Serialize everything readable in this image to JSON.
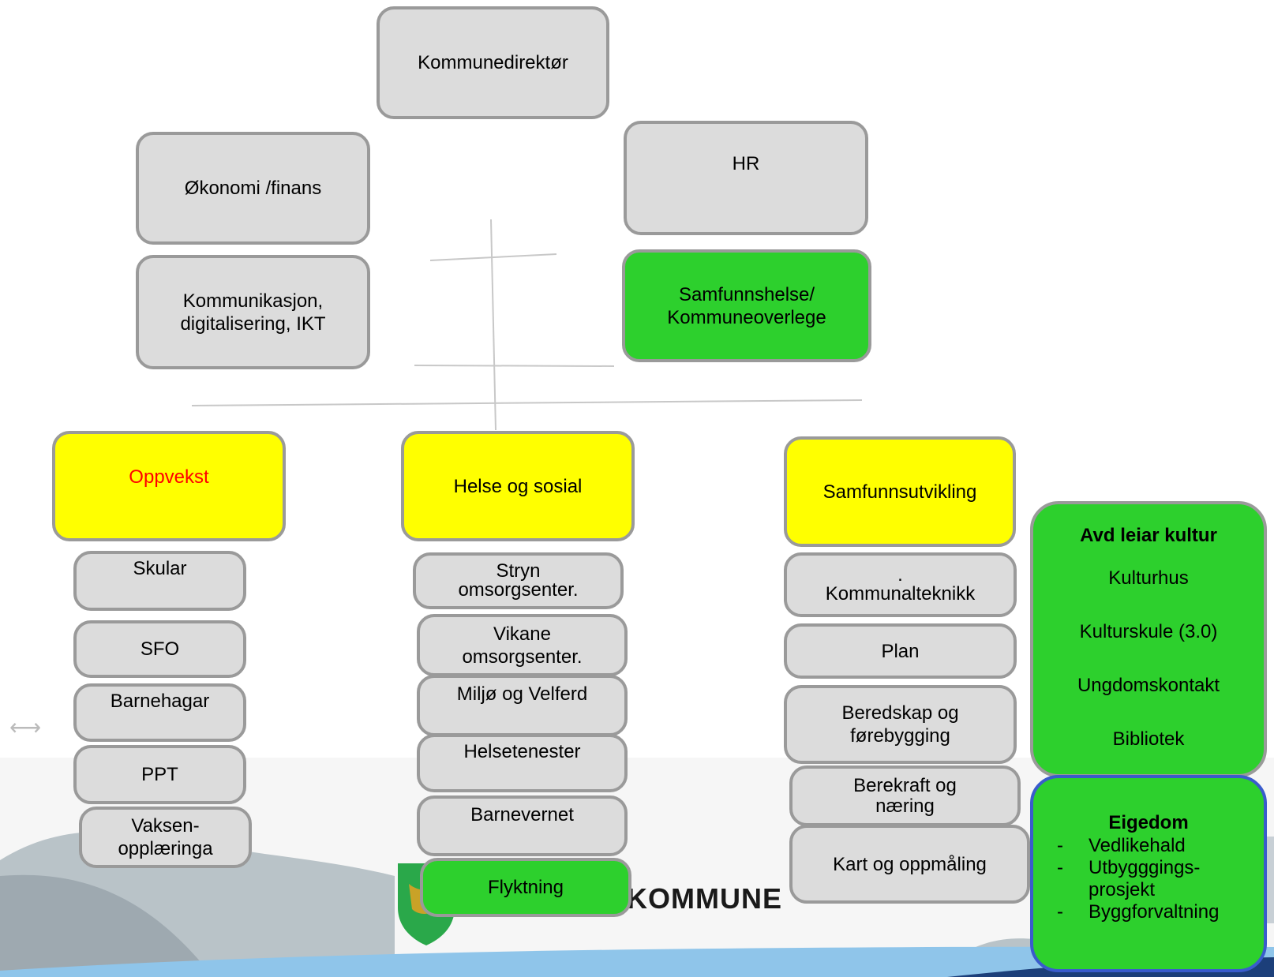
{
  "nodes": {
    "kommunedirektor": "Kommunedirektør",
    "okonomi": "Økonomi /finans",
    "kommunikasjon": [
      "Kommunikasjon,",
      "digitalisering,  IKT"
    ],
    "hr": "HR",
    "samfunnshelse": [
      "Samfunnshelse/",
      "Kommuneoverlege"
    ],
    "oppvekst": "Oppvekst",
    "helse": "Helse og sosial",
    "samfunnsutvikling": "Samfunnsutvikling"
  },
  "oppvekst_units": {
    "skular": "Skular",
    "sfo": "SFO",
    "barnehagar": "Barnehagar",
    "ppt": "PPT",
    "vaksen": [
      "Vaksen-",
      "opplæringa"
    ]
  },
  "helse_units": {
    "stryn": [
      "Stryn",
      "omsorgsenter."
    ],
    "vikane": [
      "Vikane",
      "omsorgsenter."
    ],
    "miljo": "Miljø  og Velferd",
    "helsetenester": "Helsetenester",
    "barnevernet": "Barnevernet",
    "flyktning": "Flyktning"
  },
  "samfunn_units": {
    "kommunalteknikk": [
      ".",
      "Kommunalteknikk"
    ],
    "plan": "Plan",
    "beredskap": [
      "Beredskap og",
      "førebygging"
    ],
    "berekraft": [
      "Berekraft og",
      "næring"
    ],
    "kart": "Kart og oppmåling"
  },
  "kultur": {
    "title": "Avd leiar kultur",
    "items": [
      "Kulturhus",
      "Kulturskule (3.0)",
      "Ungdomskontakt",
      "Bibliotek"
    ]
  },
  "eigedom": {
    "title": "Eigedom",
    "items": [
      "Vedlikehald",
      "Utbygggings-",
      "prosjekt",
      "Byggforvaltning"
    ]
  },
  "logo_text": "KOMMUNE",
  "arrow_glyph": "⟷",
  "colors": {
    "box_grey": "#dcdcdc",
    "green": "#2dd02d",
    "yellow": "#ffff00",
    "oppvekst_text": "#ff0000",
    "eigedom_border": "#3a5ccc"
  }
}
